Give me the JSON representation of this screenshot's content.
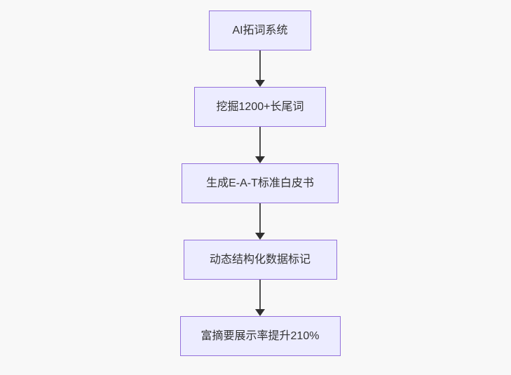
{
  "colors": {
    "background": "#f8f8f8",
    "node_fill": "#ECECFF",
    "node_border": "#9370DB",
    "node_text": "#333333",
    "arrow_line": "#4d4d4d",
    "arrow_head": "#2f2f2f"
  },
  "flowchart": {
    "type": "flowchart",
    "direction": "top-down",
    "nodes": [
      {
        "id": "n1",
        "label": "AI拓词系统"
      },
      {
        "id": "n2",
        "label": "挖掘1200+长尾词"
      },
      {
        "id": "n3",
        "label": "生成E-A-T标准白皮书"
      },
      {
        "id": "n4",
        "label": "动态结构化数据标记"
      },
      {
        "id": "n5",
        "label": "富摘要展示率提升210%"
      }
    ],
    "edges": [
      {
        "from": "n1",
        "to": "n2"
      },
      {
        "from": "n2",
        "to": "n3"
      },
      {
        "from": "n3",
        "to": "n4"
      },
      {
        "from": "n4",
        "to": "n5"
      }
    ]
  }
}
